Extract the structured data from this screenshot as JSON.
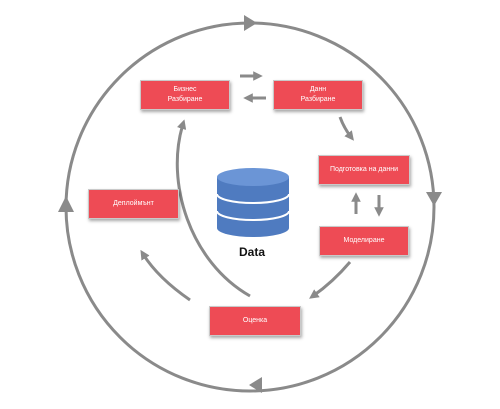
{
  "diagram": {
    "center_label": "Data",
    "boxes": {
      "business": {
        "line1": "Бизнес",
        "line2": "Разбиране"
      },
      "data_understanding": {
        "line1": "Данн",
        "line2": "Разбиране"
      },
      "data_preparation": {
        "line1": "Подготовка на данни"
      },
      "modeling": {
        "line1": "Моделиране"
      },
      "evaluation": {
        "line1": "Оценка"
      },
      "deployment": {
        "line1": "Деплоймънт"
      }
    }
  },
  "colors": {
    "box_fill": "#ee4b55",
    "arrow": "#8a8a8a",
    "cylinder": "#4f7bc0"
  }
}
